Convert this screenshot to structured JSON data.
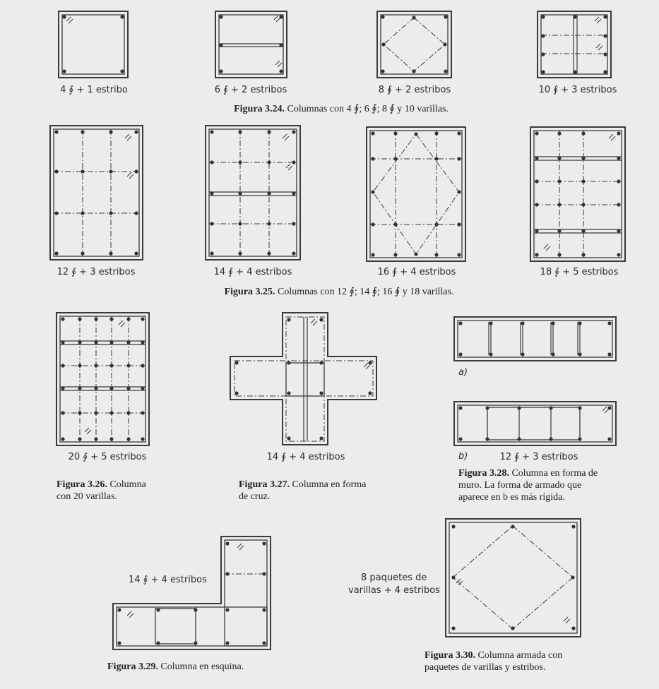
{
  "labels": {
    "f324_a": "4 ∮ + 1 estribo",
    "f324_b": "6 ∮ + 2 estribos",
    "f324_c": "8 ∮ + 2 estribos",
    "f324_d": "10 ∮ + 3 estribos",
    "f325_a": "12 ∮ + 3 estribos",
    "f325_b": "14 ∮ + 4 estribos",
    "f325_c": "16 ∮ + 4 estribos",
    "f325_d": "18 ∮ + 5 estribos",
    "f326": "20 ∮ + 5 estribos",
    "f327": "14 ∮ + 4 estribos",
    "f328_a": "a)",
    "f328_b": "b)",
    "f328_b_count": "12 ∮ + 3 estribos",
    "f329": "14 ∮ + 4 estribos",
    "f330_l1": "8 paquetes de",
    "f330_l2": "varillas + 4 estribos"
  },
  "captions": {
    "f324": {
      "num": "Figura 3.24.",
      "text": "Columnas con 4 ∮; 6 ∮; 8 ∮ y 10 varillas."
    },
    "f325": {
      "num": "Figura 3.25.",
      "text": "Columnas con 12 ∮; 14 ∮; 16 ∮ y 18 varillas."
    },
    "f326": {
      "num": "Figura 3.26.",
      "text1": "Columna",
      "text2": "con 20 varillas."
    },
    "f327": {
      "num": "Figura 3.27.",
      "text1": "Columna en forma",
      "text2": "de cruz."
    },
    "f328": {
      "num": "Figura 3.28.",
      "text1": "Columna en forma de",
      "text2": "muro. La forma de armado que",
      "text3": "aparece en b es más rígida."
    },
    "f329": {
      "num": "Figura 3.29.",
      "text": "Columna en esquina."
    },
    "f330": {
      "num": "Figura 3.30.",
      "text1": "Columna armada con",
      "text2": "paquetes de varillas y estribos."
    }
  }
}
